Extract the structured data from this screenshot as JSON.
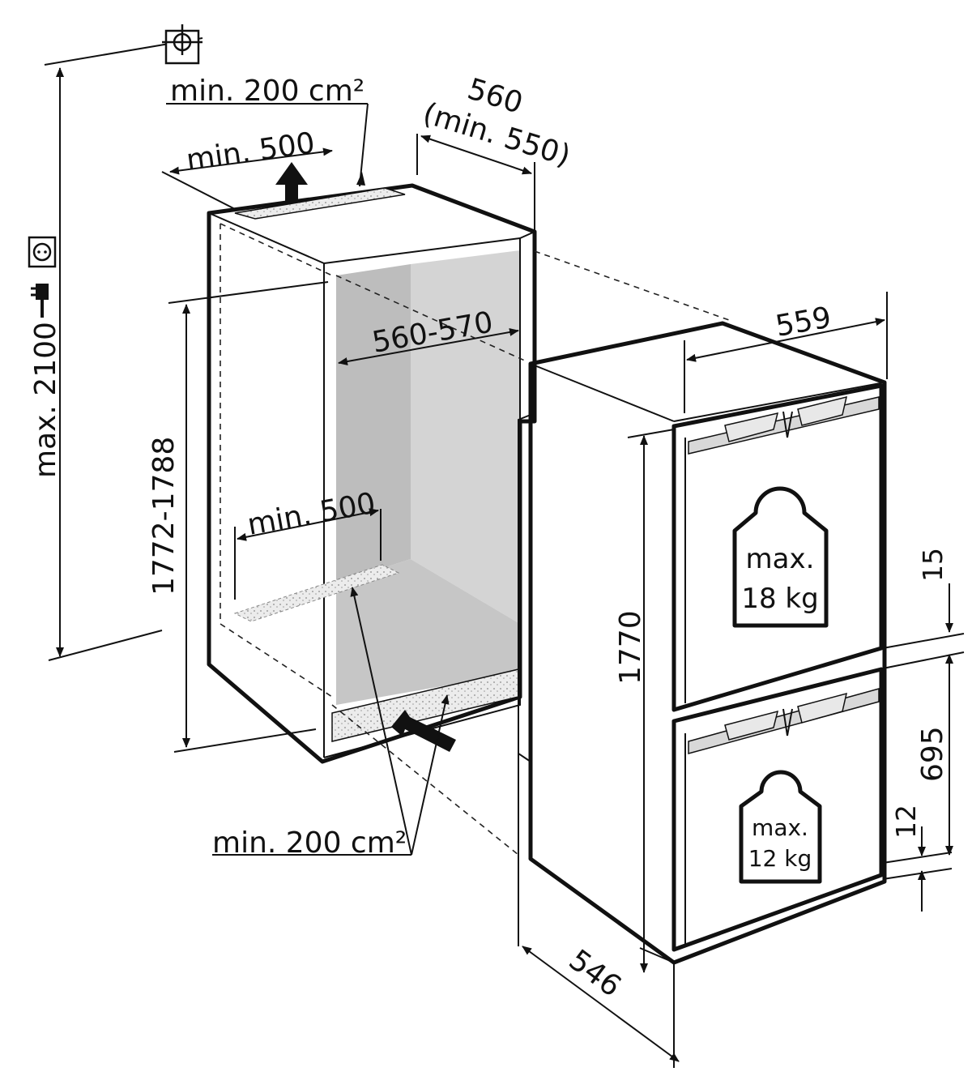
{
  "diagram": {
    "top_vent_area": "min. 200 cm²",
    "top_vent_depth": "min. 500",
    "niche_width": "560",
    "niche_width_min": "(min. 550)",
    "max_height": "max. 2100",
    "niche_height": "1772-1788",
    "inner_width": "560-570",
    "bottom_vent_depth": "min. 500",
    "bottom_vent_area": "min. 200 cm²",
    "appliance_width": "559",
    "appliance_height": "1770",
    "appliance_depth": "546",
    "gap_top": "15",
    "door_height": "695",
    "gap_bottom": "12",
    "upper_weight_line1": "max.",
    "upper_weight_line2": "18 kg",
    "lower_weight_line1": "max.",
    "lower_weight_line2": "12 kg"
  },
  "icons": [
    "water-connection-icon",
    "power-socket-icon",
    "power-plug-icon",
    "weight-icon"
  ],
  "colors": {
    "line": "#111111",
    "cavity_dark": "#bdbdbd",
    "cavity_light": "#d4d4d4",
    "cavity_floor": "#c6c6c6",
    "vent_fill": "#e9e9e9"
  }
}
